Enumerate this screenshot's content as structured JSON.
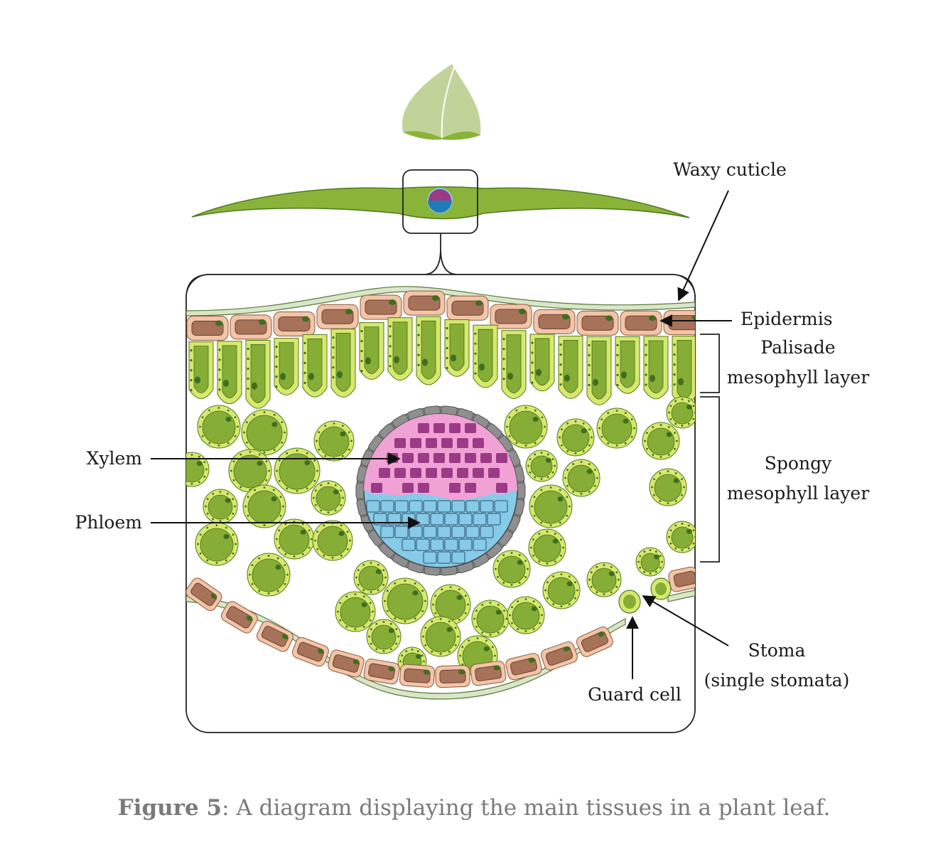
{
  "labels": {
    "waxy_cuticle": "Waxy cuticle",
    "epidermis": "Epidermis",
    "palisade_line1": "Palisade",
    "palisade_line2": "mesophyll layer",
    "spongy_line1": "Spongy",
    "spongy_line2": "mesophyll layer",
    "xylem": "Xylem",
    "phloem": "Phloem",
    "stoma_line1": "Stoma",
    "stoma_line2": "(single stomata)",
    "guard_cell": "Guard cell"
  },
  "caption": {
    "figure_label": "Figure 5",
    "text": ": A diagram displaying the main tissues in a plant leaf."
  },
  "colors": {
    "leaf_light": "#c2d39a",
    "leaf_dark": "#8ab339",
    "epidermis_outer": "#f2c4a8",
    "epidermis_inner": "#a6735a",
    "mesophyll_outer": "#d8e86e",
    "mesophyll_inner": "#86ad35",
    "chloroplast": "#3f6e1f",
    "xylem": "#9b3a86",
    "xylem_border": "#f0a2d4",
    "phloem": "#86cbe8",
    "bundle_sheath": "#9a9a9a",
    "cuticle": "#d9e6c9"
  }
}
